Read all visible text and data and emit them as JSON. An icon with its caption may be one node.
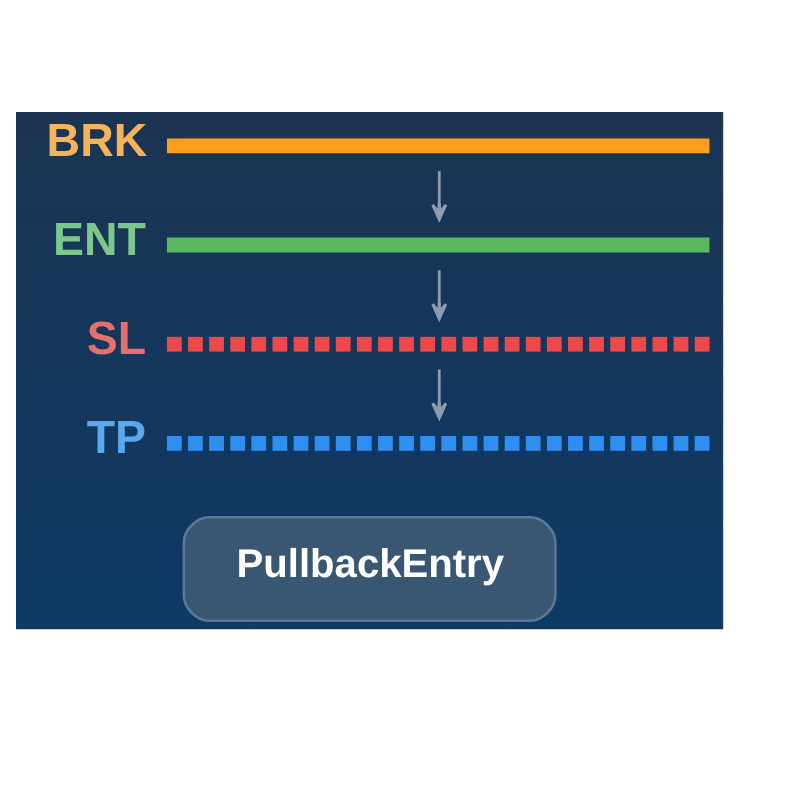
{
  "diagram": {
    "nodes": [
      {
        "text": [
          "BRK"
        ]
      },
      {
        "text": [
          "ENT"
        ]
      },
      {
        "text": [
          "SL"
        ]
      },
      {
        "text": [
          "TP"
        ]
      },
      {
        "text": [
          "PullbackEntry"
        ]
      }
    ],
    "edges": [
      {
        "from": 0,
        "to": 1,
        "arrow": "to"
      },
      {
        "from": 1,
        "to": 2,
        "arrow": "to"
      },
      {
        "from": 2,
        "to": 3,
        "arrow": "to"
      }
    ]
  }
}
